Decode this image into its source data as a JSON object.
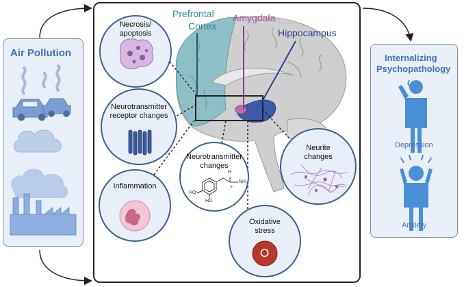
{
  "left_panel": {
    "title": "Air Pollution"
  },
  "right_panel": {
    "title_line1": "Internalizing",
    "title_line2": "Psychopathology",
    "label_depression": "Depression",
    "label_anxiety": "Anxiety"
  },
  "brain_regions": {
    "prefrontal_line1": "Prefrontal",
    "prefrontal_line2": "Cortex",
    "amygdala": "Amygdala",
    "hippocampus": "Hippocampus"
  },
  "mechanisms": {
    "necrosis_line1": "Necrosis/",
    "necrosis_line2": "apoptosis",
    "receptor_line1": "Neurotransmitter",
    "receptor_line2": "receptor changes",
    "inflammation": "Inflammation",
    "nt_changes_line1": "Neurotransmitter",
    "nt_changes_line2": "changes",
    "oxidative_line1": "Oxidative",
    "oxidative_line2": "stress",
    "neurite_line1": "Neurite",
    "neurite_line2": "changes"
  },
  "molecule": {
    "h_label": "H",
    "nh3_label": "NH₃",
    "plus_label": "+",
    "ho_top": "HO",
    "ho_bottom": "HO"
  },
  "oxidative_symbol": "O",
  "colors": {
    "accent_blue": "#4272b8",
    "prefrontal": "#3a8a95",
    "amygdala": "#a04a9a",
    "hippocampus": "#2a3f8f",
    "panel_fill": "#e8eff8",
    "oxidative_red": "#b8372b"
  }
}
